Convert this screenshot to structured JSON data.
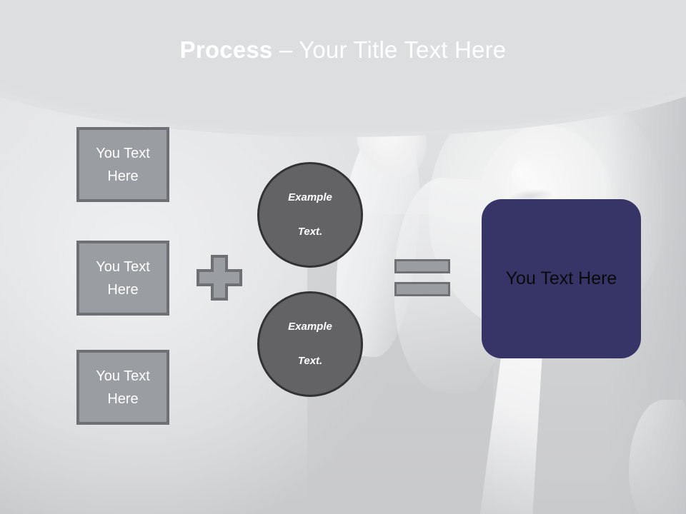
{
  "slide": {
    "title": {
      "strong": "Process",
      "light": " – Your Title Text Here"
    },
    "background": {
      "description": "faded grayscale photo of a woman with raised hand",
      "page_color": "#d3d4d6",
      "header_top_color": "#5b5d62",
      "header_bottom_color": "#95979c"
    }
  },
  "diagram": {
    "inputs": [
      {
        "label": "You Text Here",
        "fill": "#9a9da2",
        "border": "#6e7075"
      },
      {
        "label": "You Text Here",
        "fill": "#9a9da2",
        "border": "#6e7075"
      },
      {
        "label": "You Text Here",
        "fill": "#9a9da2",
        "border": "#6e7075"
      }
    ],
    "plus_operator": {
      "name": "plus",
      "fill": "#9a9da2",
      "border": "#6e7075"
    },
    "circles": [
      {
        "line1": "Example",
        "line2": "Text.",
        "fill": "#636365",
        "border": "#333335"
      },
      {
        "line1": "Example",
        "line2": "Text.",
        "fill": "#636365",
        "border": "#333335"
      }
    ],
    "equals_operator": {
      "name": "equals",
      "fill": "#9a9da2",
      "border": "#6e7075"
    },
    "result": {
      "label": "You Text Here",
      "fill": "#373568",
      "text_color": "#0a0a0a"
    }
  }
}
